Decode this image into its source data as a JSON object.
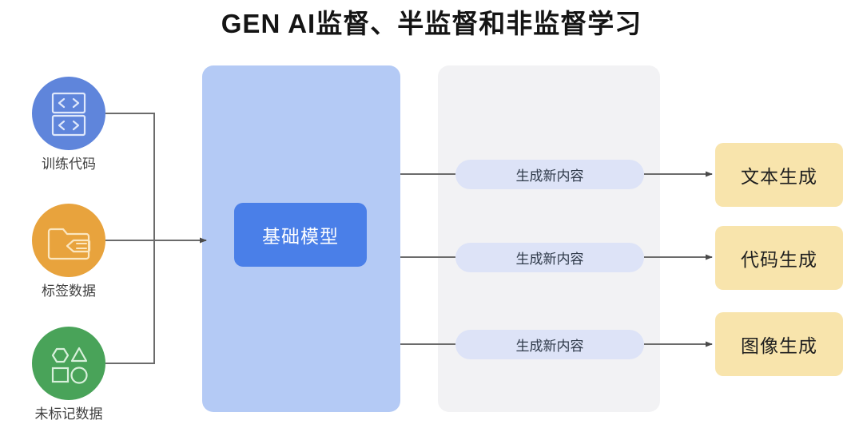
{
  "title": "GEN AI监督、半监督和非监督学习",
  "sources": [
    {
      "label": "训练代码",
      "icon": "code-brackets-icon",
      "color": "#5f85db"
    },
    {
      "label": "标签数据",
      "icon": "folder-tag-icon",
      "color": "#e8a33d"
    },
    {
      "label": "未标记数据",
      "icon": "shapes-icon",
      "color": "#49a359"
    }
  ],
  "model": {
    "label": "基础模型",
    "box_color": "#4a7fe8",
    "panel_color": "#b4caf5"
  },
  "process": {
    "panel_color": "#f2f2f4",
    "pill_color": "#dde3f7",
    "steps": [
      {
        "label": "生成新内容"
      },
      {
        "label": "生成新内容"
      },
      {
        "label": "生成新内容"
      }
    ]
  },
  "outputs": [
    {
      "label": "文本生成",
      "color": "#f8e4ac"
    },
    {
      "label": "代码生成",
      "color": "#f8e4ac"
    },
    {
      "label": "图像生成",
      "color": "#f8e4ac"
    }
  ],
  "connectors": {
    "line_color": "#6b6b6b",
    "arrow_into_model": true,
    "arrows_into_outputs": 3
  }
}
